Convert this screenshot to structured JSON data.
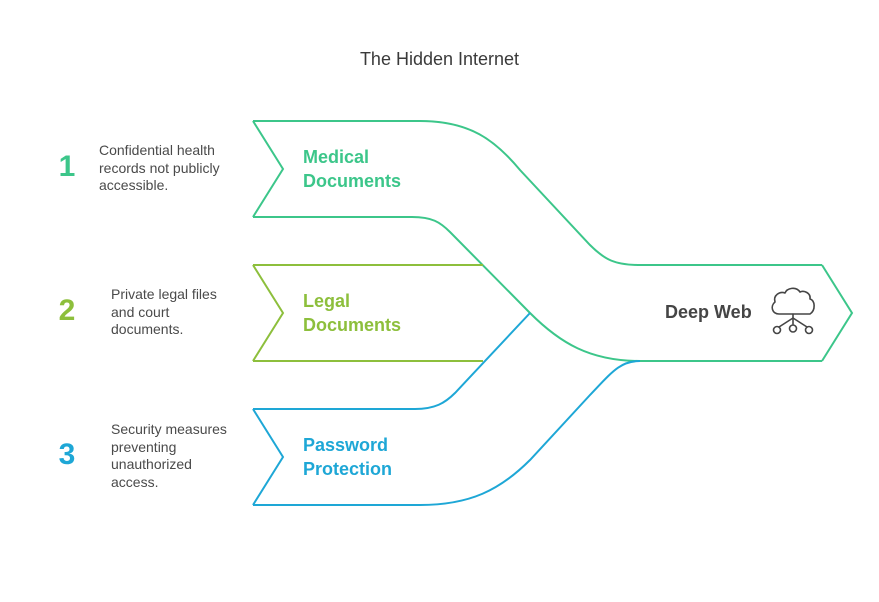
{
  "title": "The Hidden Internet",
  "colors": {
    "item1": "#3CC68A",
    "item2": "#8DBF3C",
    "item3": "#1EA7D6",
    "text": "#454545",
    "description": "#4a4a4a"
  },
  "items": [
    {
      "number": "1",
      "label_line1": "Medical",
      "label_line2": "Documents",
      "description": [
        "Confidential health",
        "records not publicly",
        "accessible."
      ]
    },
    {
      "number": "2",
      "label_line1": "Legal",
      "label_line2": "Documents",
      "description": [
        "Private legal files",
        "and court",
        "documents."
      ]
    },
    {
      "number": "3",
      "label_line1": "Password",
      "label_line2": "Protection",
      "description": [
        "Security measures",
        "preventing",
        "unauthorized",
        "access."
      ]
    }
  ],
  "target": {
    "label": "Deep Web",
    "icon": "cloud-network-icon"
  }
}
